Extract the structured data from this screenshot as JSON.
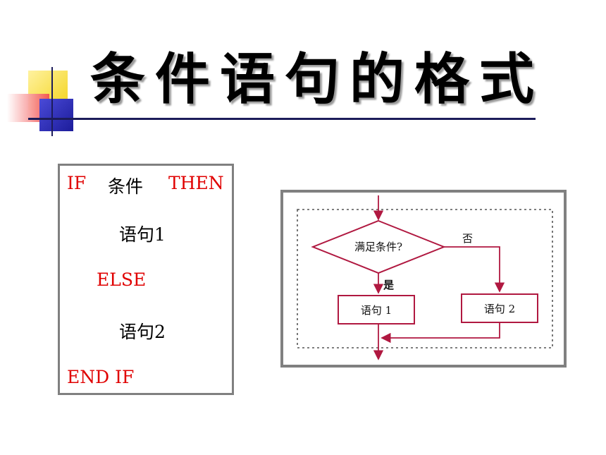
{
  "title": "条件语句的格式",
  "code": {
    "if_kw": "IF",
    "cond": "条件",
    "then_kw": "THEN",
    "stmt1": "语句1",
    "else_kw": "ELSE",
    "stmt2": "语句2",
    "end_kw": "END IF"
  },
  "flowchart": {
    "decision": "满足条件?",
    "yes": "是",
    "no": "否",
    "box1": "语句 1",
    "box2": "语句 2"
  },
  "colors": {
    "keyword": "#e00000",
    "flow_line": "#b01840",
    "border": "#808080"
  }
}
